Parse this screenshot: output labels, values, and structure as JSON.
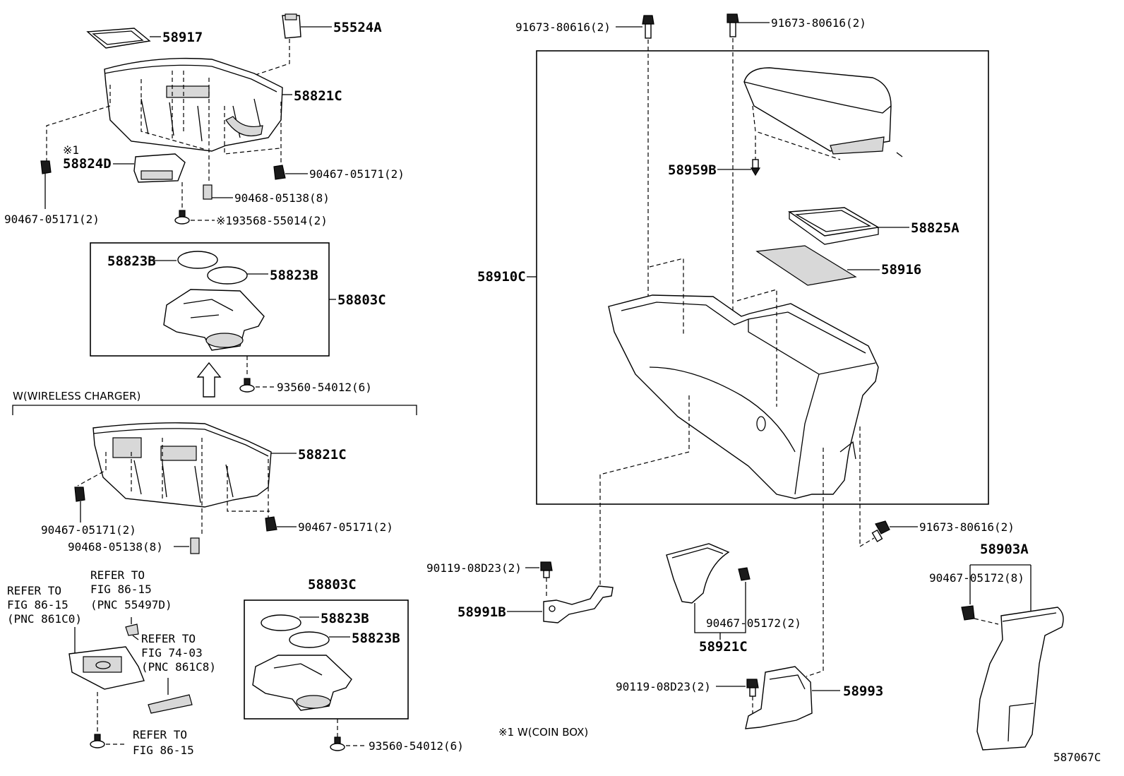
{
  "labels": {
    "p58917": "58917",
    "p55524A": "55524A",
    "p58821C_top": "58821C",
    "note1_mark": "※1",
    "p58824D": "58824D",
    "p90467_05171_a": "90467-05171(2)",
    "p90467_05171_b": "90467-05171(2)",
    "p90468_05138_a": "90468-05138(8)",
    "p93568_55014": "※193568-55014(2)",
    "p58823B_a": "58823B",
    "p58823B_b": "58823B",
    "p58803C_a": "58803C",
    "p93560_54012_a": "93560-54012(6)",
    "wireless_header": "W(WIRELESS CHARGER)",
    "p58821C_mid": "58821C",
    "p90467_05171_c": "90467-05171(2)",
    "p90467_05171_d": "90467-05171(2)",
    "p90468_05138_b": "90468-05138(8)",
    "refer_a": [
      "REFER TO",
      "FIG 86-15",
      "(PNC 55497D)"
    ],
    "refer_b": [
      "REFER TO",
      "FIG 86-15",
      "(PNC 861C0)"
    ],
    "refer_c": [
      "REFER TO",
      "FIG 74-03",
      "(PNC 861C8)"
    ],
    "refer_d": [
      "REFER TO",
      "FIG 86-15"
    ],
    "p58803C_b": "58803C",
    "p58823B_c": "58823B",
    "p58823B_d": "58823B",
    "p93560_54012_b": "93560-54012(6)",
    "coin_box_note": "※1 W(COIN BOX)",
    "p91673_80616_a": "91673-80616(2)",
    "p91673_80616_b": "91673-80616(2)",
    "p91673_80616_c": "91673-80616(2)",
    "p58959B": "58959B",
    "p58825A": "58825A",
    "p58916": "58916",
    "p58910C": "58910C",
    "p90119_08D23_a": "90119-08D23(2)",
    "p90119_08D23_b": "90119-08D23(2)",
    "p58991B": "58991B",
    "p90467_05172_a": "90467-05172(2)",
    "p58921C": "58921C",
    "p58993": "58993",
    "p58903A": "58903A",
    "p90467_05172_b": "90467-05172(8)",
    "figure_id": "587067C"
  }
}
